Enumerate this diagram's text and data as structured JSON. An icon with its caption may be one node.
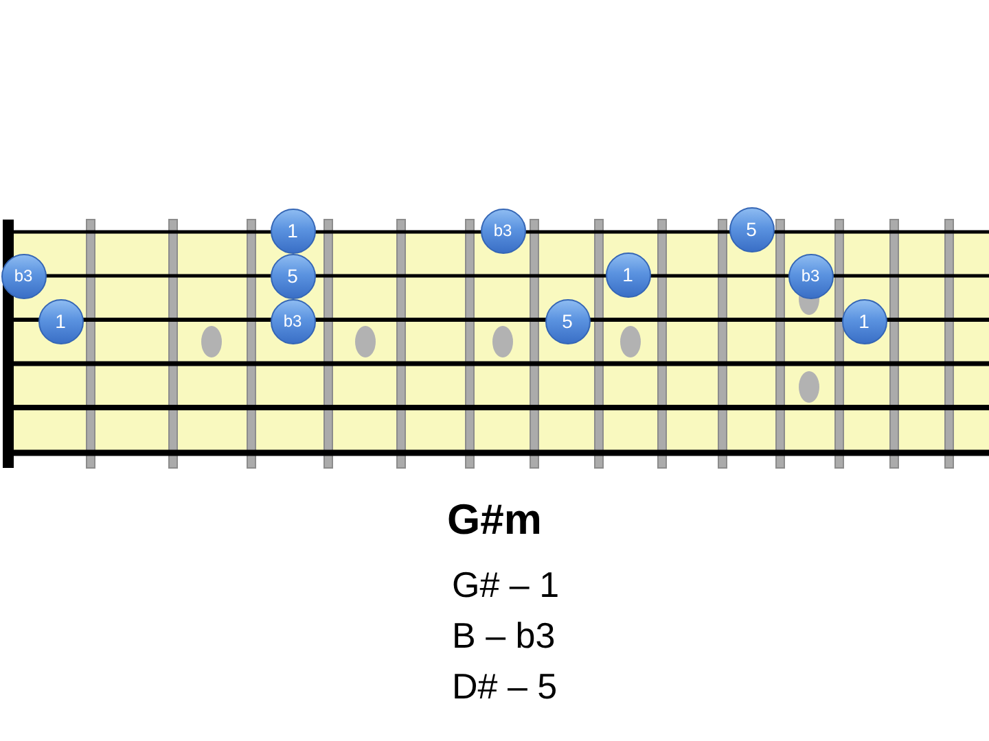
{
  "diagram": {
    "title": "G#m",
    "nodes": [
      {
        "text": [
          "1"
        ]
      },
      {
        "text": [
          "b3"
        ]
      },
      {
        "text": [
          "5"
        ]
      },
      {
        "text": [
          "b3"
        ]
      },
      {
        "text": [
          "5"
        ]
      },
      {
        "text": [
          "1"
        ]
      },
      {
        "text": [
          "b3"
        ]
      },
      {
        "text": [
          "1"
        ]
      },
      {
        "text": [
          "b3"
        ]
      },
      {
        "text": [
          "5"
        ]
      },
      {
        "text": [
          "1"
        ]
      }
    ],
    "labels": [
      "G# – 1",
      "B – b3",
      "D# – 5"
    ]
  }
}
